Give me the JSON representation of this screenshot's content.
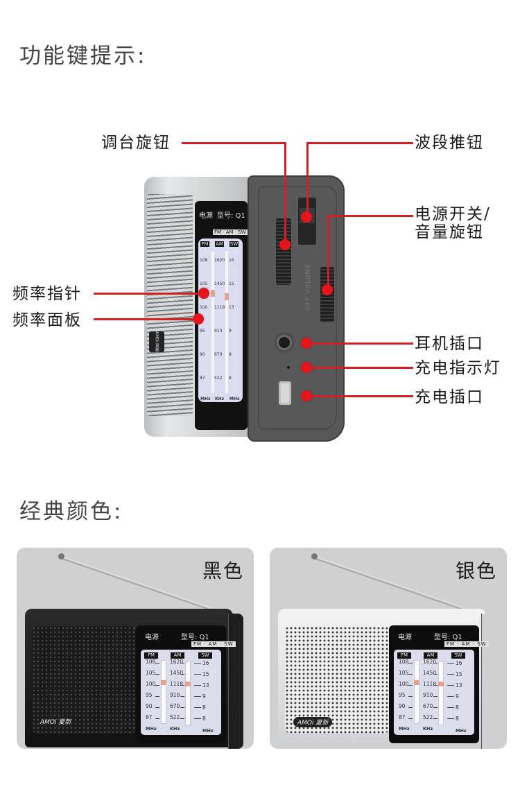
{
  "sections": {
    "functions_title": "功能键提示:",
    "colors_title": "经典颜色:"
  },
  "callouts": {
    "tuning_knob": "调台旋钮",
    "band_switch": "波段推钮",
    "power_volume_line1": "电源开关/",
    "power_volume_line2": "音量旋钮",
    "frequency_pointer": "频率指针",
    "frequency_panel": "频率面板",
    "earphone_jack": "耳机插口",
    "charge_indicator": "充电指示灯",
    "charge_port": "充电插口"
  },
  "radio": {
    "power_label": "电源",
    "model_label": "型号: Q1",
    "bands_strip": "FM · AM · SW",
    "brand": "AMOi 夏新",
    "side_engraving": "OFF VOLUME",
    "dial": {
      "columns": [
        {
          "header": "FM",
          "unit": "MHz",
          "values": [
            "108",
            "105",
            "100",
            "95",
            "90",
            "87"
          ]
        },
        {
          "header": "AM",
          "unit": "KHz",
          "values": [
            "1620",
            "1450",
            "1118",
            "910",
            "670",
            "522"
          ]
        },
        {
          "header": "SW",
          "unit": "MHz",
          "values": [
            "16",
            "15",
            "13",
            "9",
            "8",
            "8"
          ]
        }
      ]
    }
  },
  "color_options": [
    {
      "name": "黑色",
      "key": "black"
    },
    {
      "name": "银色",
      "key": "silver"
    }
  ],
  "colors": {
    "accent_red": "#d41f24",
    "black_body": "#151515",
    "silver_body": "#e3e4e5"
  }
}
